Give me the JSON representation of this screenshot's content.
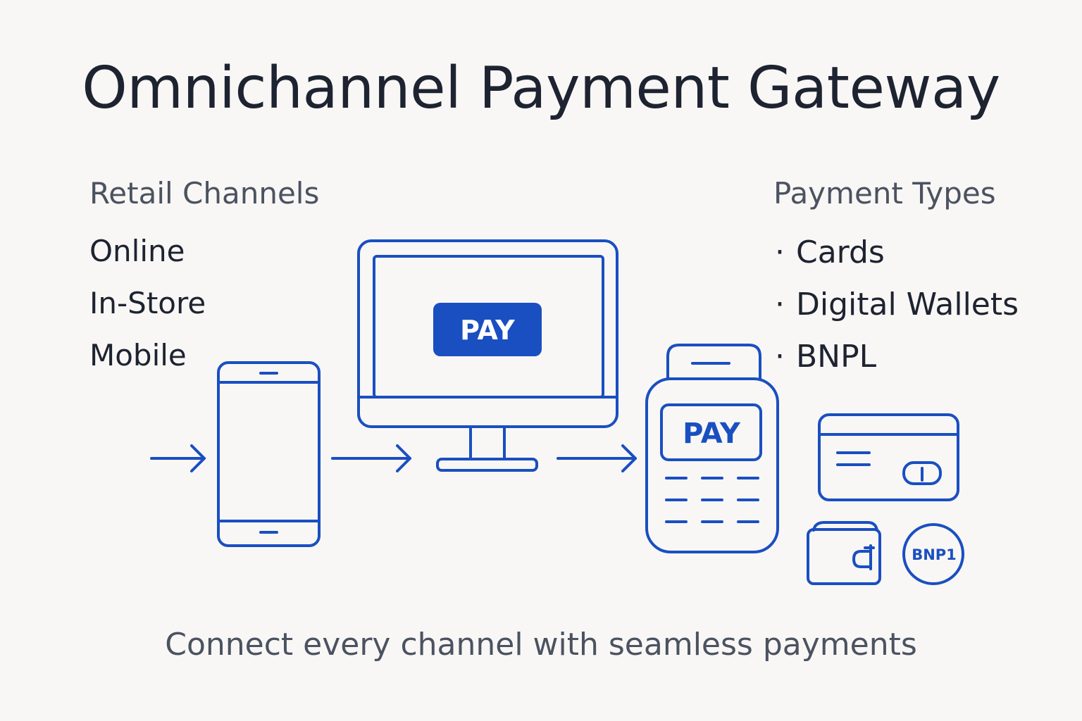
{
  "title": "Omnichannel Payment Gateway",
  "channels": {
    "heading": "Retail Channels",
    "items": [
      "Online",
      "In-Store",
      "Mobile"
    ]
  },
  "payment_types": {
    "heading": "Payment Types",
    "bullet": "·",
    "items": [
      "Cards",
      "Digital Wallets",
      "BNPL"
    ]
  },
  "illustration": {
    "monitor_button": "PAY",
    "terminal_button": "PAY",
    "bnpl_badge": "BNP1",
    "icons": [
      "arrow-right-icon",
      "smartphone-icon",
      "desktop-monitor-icon",
      "pos-terminal-icon",
      "credit-card-icon",
      "wallet-icon",
      "bnpl-badge-icon"
    ]
  },
  "tagline": "Connect every channel with seamless payments",
  "colors": {
    "accent": "#1a4fc1",
    "title": "#1d2330",
    "muted": "#4b5260",
    "background": "#f8f7f5"
  }
}
